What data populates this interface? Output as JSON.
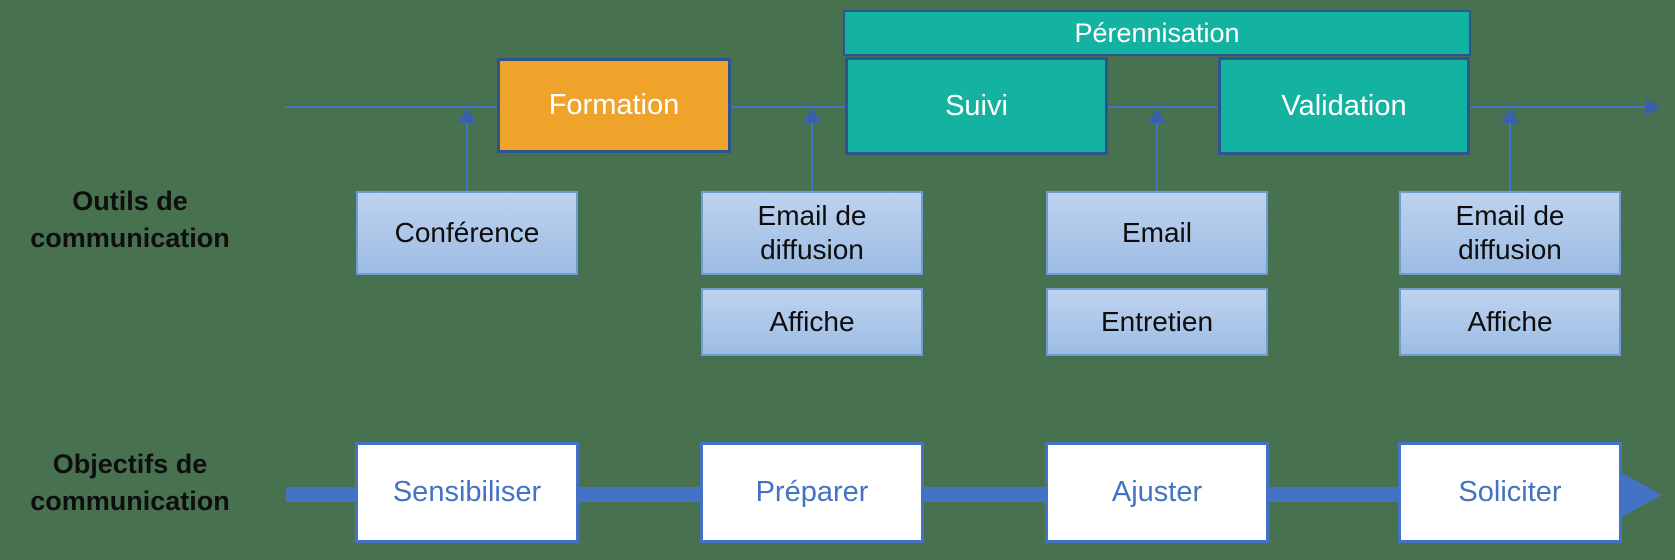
{
  "colors": {
    "background": "#48714F",
    "teal": "#14B2A0",
    "dark_border": "#2E5490",
    "orange": "#F0A32B",
    "line_blue": "#4472C4",
    "arrow_blue": "#3A60AB",
    "toolbox_top": "#BED3EF",
    "toolbox_bottom": "#9DBCE3",
    "toolbox_border": "#6F9CD1"
  },
  "timeline": {
    "bracket": {
      "label": "Pérennisation"
    },
    "phases": [
      {
        "label": "Formation",
        "style": "orange"
      },
      {
        "label": "Suivi",
        "style": "teal"
      },
      {
        "label": "Validation",
        "style": "teal"
      }
    ]
  },
  "tools": {
    "section_label": "Outils de communication",
    "columns": [
      {
        "items": [
          "Conférence"
        ]
      },
      {
        "items": [
          "Email de diffusion",
          "Affiche"
        ]
      },
      {
        "items": [
          "Email",
          "Entretien"
        ]
      },
      {
        "items": [
          "Email de diffusion",
          "Affiche"
        ]
      }
    ]
  },
  "objectives": {
    "section_label": "Objectifs de communication",
    "items": [
      "Sensibiliser",
      "Préparer",
      "Ajuster",
      "Soliciter"
    ]
  }
}
